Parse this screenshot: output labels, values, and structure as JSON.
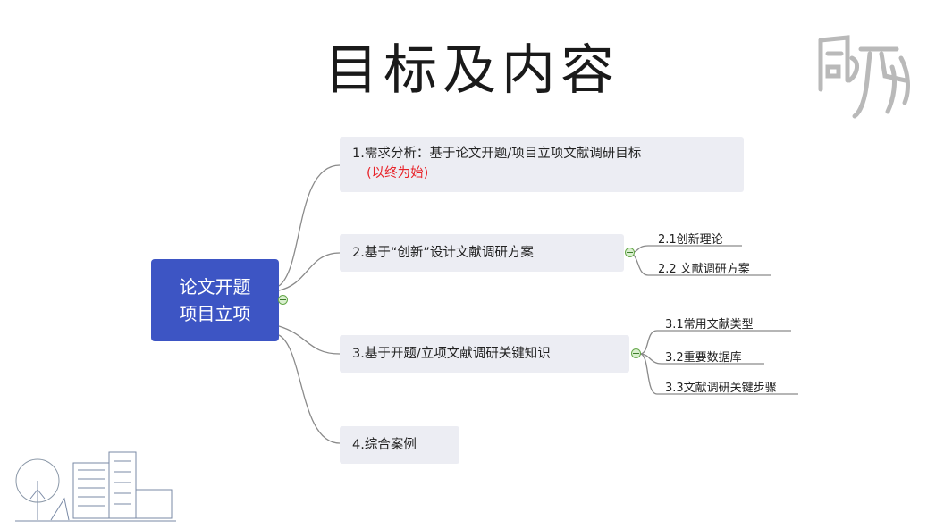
{
  "title": "目标及内容",
  "root": {
    "line1": "论文开题",
    "line2": "项目立项"
  },
  "branches": [
    {
      "label": "1.需求分析：基于论文开题/项目立项文献调研目标",
      "note": "(以终为始)"
    },
    {
      "label": "2.基于“创新”设计文献调研方案",
      "children": [
        "2.1创新理论",
        "2.2 文献调研方案"
      ]
    },
    {
      "label": "3.基于开题/立项文献调研关键知识",
      "children": [
        "3.1常用文献类型",
        "3.2重要数据库",
        "3.3文献调研关键步骤"
      ]
    },
    {
      "label": "4.综合案例"
    }
  ],
  "colors": {
    "root": "#3d55c4",
    "branch_bg": "#ecedf3",
    "note": "#e8242a",
    "toggle": "#66a84a"
  },
  "icons": [
    "university-logo-icon",
    "campus-building-icon"
  ]
}
